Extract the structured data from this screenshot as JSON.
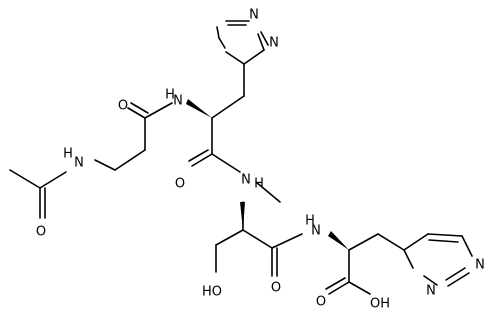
{
  "structure": {
    "atom_labels": {
      "ring1_n_top": "N",
      "ring1_n_right": "N",
      "amide_n1": "H",
      "amide_n1_n": "N",
      "carbonyl_o1": "O",
      "acetamide_n": "N",
      "acetamide_h": "H",
      "acetyl_o": "O",
      "carbonyl_o2": "O",
      "amide_n2_n": "N",
      "amide_n2_h": "H",
      "hydroxyl": "HO",
      "carbonyl_o3": "O",
      "amide_n3_n": "N",
      "amide_n3_h": "H",
      "ring2_n_top": "N",
      "ring2_n_bottom": "N",
      "acid_o": "O",
      "acid_oh": "OH"
    }
  },
  "colors": {
    "ink": "#000000",
    "background": "#ffffff"
  }
}
